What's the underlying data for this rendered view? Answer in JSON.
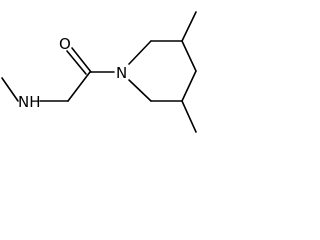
{
  "molecule": {
    "atoms": {
      "oxygen": "O",
      "ring_nitrogen": "N",
      "amine": "NH"
    }
  }
}
